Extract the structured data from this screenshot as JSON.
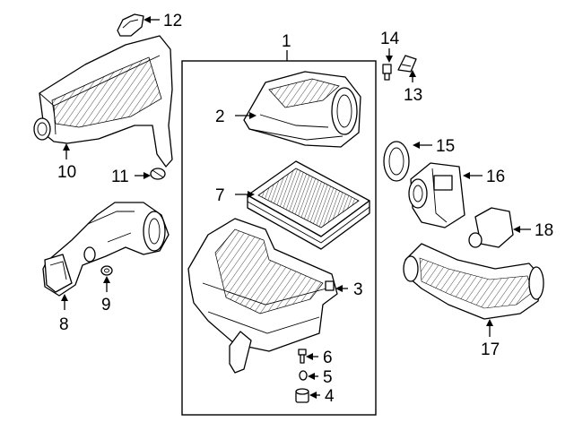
{
  "diagram": {
    "callouts": [
      {
        "id": "1",
        "text": "1"
      },
      {
        "id": "2",
        "text": "2"
      },
      {
        "id": "3",
        "text": "3"
      },
      {
        "id": "4",
        "text": "4"
      },
      {
        "id": "5",
        "text": "5"
      },
      {
        "id": "6",
        "text": "6"
      },
      {
        "id": "7",
        "text": "7"
      },
      {
        "id": "8",
        "text": "8"
      },
      {
        "id": "9",
        "text": "9"
      },
      {
        "id": "10",
        "text": "10"
      },
      {
        "id": "11",
        "text": "11"
      },
      {
        "id": "12",
        "text": "12"
      },
      {
        "id": "13",
        "text": "13"
      },
      {
        "id": "14",
        "text": "14"
      },
      {
        "id": "15",
        "text": "15"
      },
      {
        "id": "16",
        "text": "16"
      },
      {
        "id": "17",
        "text": "17"
      },
      {
        "id": "18",
        "text": "18"
      }
    ]
  }
}
